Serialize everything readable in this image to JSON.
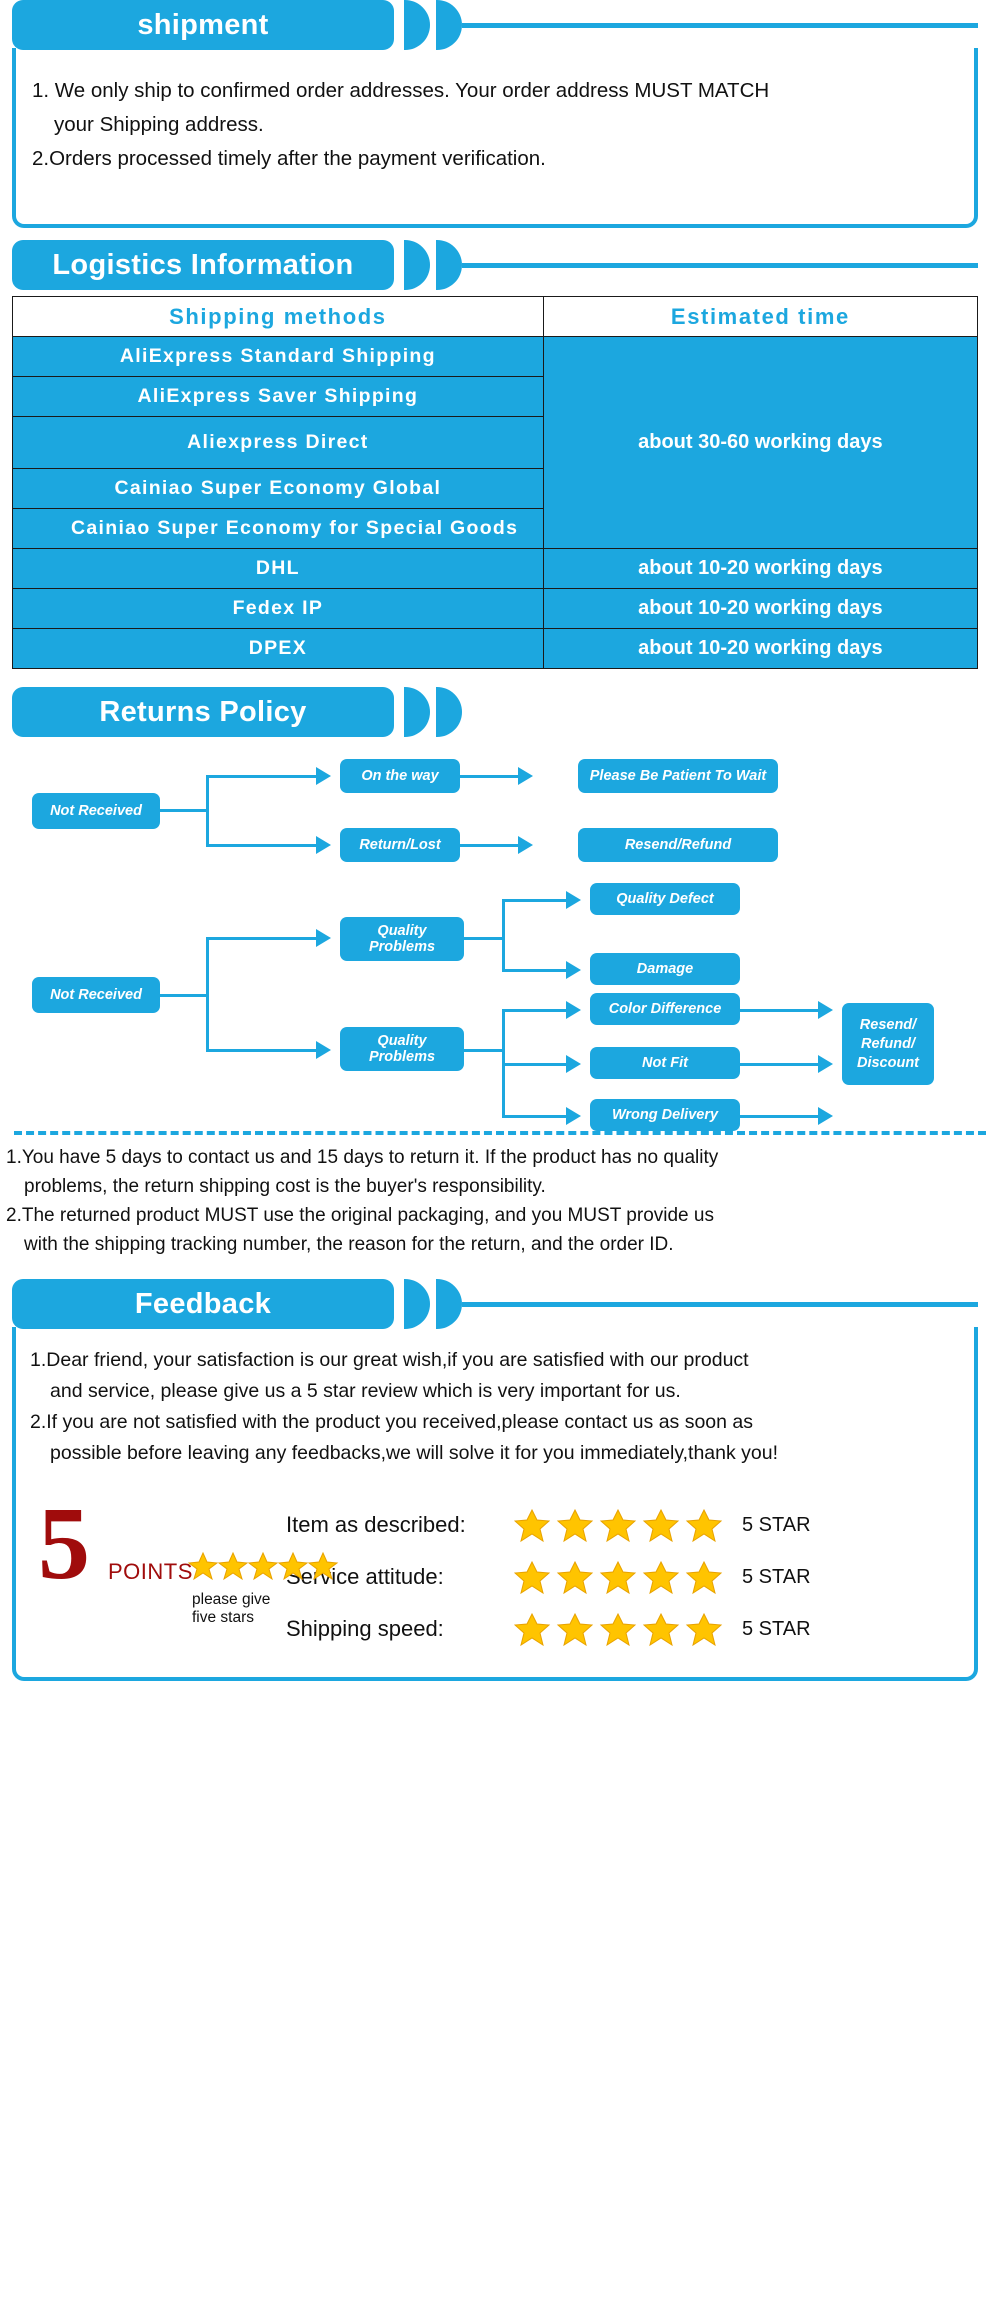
{
  "colors": {
    "accent": "#1ca7df",
    "star": "#ffc125",
    "red": "#a00c0c"
  },
  "shipment": {
    "title": "shipment",
    "line1": "1. We only ship to confirmed order addresses. Your order address MUST MATCH",
    "line1b": "your Shipping address.",
    "line2": "2.Orders processed timely after the payment verification."
  },
  "logistics": {
    "title": "Logistics Information",
    "headers": {
      "methods": "Shipping  methods",
      "time": "Estimated  time"
    },
    "rows": [
      {
        "method": "AliExpress  Standard  Shipping",
        "time": "",
        "group": 1
      },
      {
        "method": "AliExpress  Saver  Shipping",
        "time": "",
        "group": 1
      },
      {
        "method": "Aliexpress  Direct",
        "time": "",
        "group": 1
      },
      {
        "method": "Cainiao  Super  Economy  Global",
        "time": "",
        "group": 1
      },
      {
        "method": "Cainiao  Super  Economy  for Special  Goods",
        "time": "",
        "group": 1
      }
    ],
    "group_time": "about 30-60 working days",
    "express": [
      {
        "method": "DHL",
        "time": "about 10-20 working days"
      },
      {
        "method": "Fedex  IP",
        "time": "about 10-20 working days"
      },
      {
        "method": "DPEX",
        "time": "about 10-20 working days"
      }
    ]
  },
  "returns": {
    "title": "Returns Policy",
    "flow1": {
      "start": "Not Received",
      "branch_a": "On the way",
      "branch_b": "Return/Lost",
      "result_a": "Please Be Patient To Wait",
      "result_b": "Resend/Refund"
    },
    "flow2": {
      "start": "Not Received",
      "mid_a": "Quality\nProblems",
      "mid_b": "Quality\nProblems",
      "leaf_1": "Quality Defect",
      "leaf_2": "Damage",
      "leaf_3": "Color Difference",
      "leaf_4": "Not Fit",
      "leaf_5": "Wrong Delivery",
      "final": "Resend/\nRefund/\nDiscount"
    },
    "note1": "1.You have 5 days to contact us and 15 days to return it. If the product has no quality",
    "note1b": "problems, the return shipping cost is the buyer's responsibility.",
    "note2": "2.The returned product MUST use the original packaging, and you MUST provide us",
    "note2b": "with the shipping tracking number, the reason for the return, and the order ID."
  },
  "feedback": {
    "title": "Feedback",
    "line1": "1.Dear friend, your satisfaction is our great wish,if you are satisfied with our product",
    "line1b": "and service, please give us a 5 star review which is very important for us.",
    "line2": "2.If you are not satisfied with the product you received,please contact us as soon as",
    "line2b": "possible before leaving any feedbacks,we will solve it for you immediately,thank you!",
    "five": "5",
    "points": "POINTS",
    "give_five": "please give five stars",
    "ratings": [
      {
        "label": "Item as described:",
        "stars": 5,
        "value": "5 STAR"
      },
      {
        "label": "Service attitude:",
        "stars": 5,
        "value": "5 STAR"
      },
      {
        "label": "Shipping speed:",
        "stars": 5,
        "value": "5 STAR"
      }
    ]
  }
}
